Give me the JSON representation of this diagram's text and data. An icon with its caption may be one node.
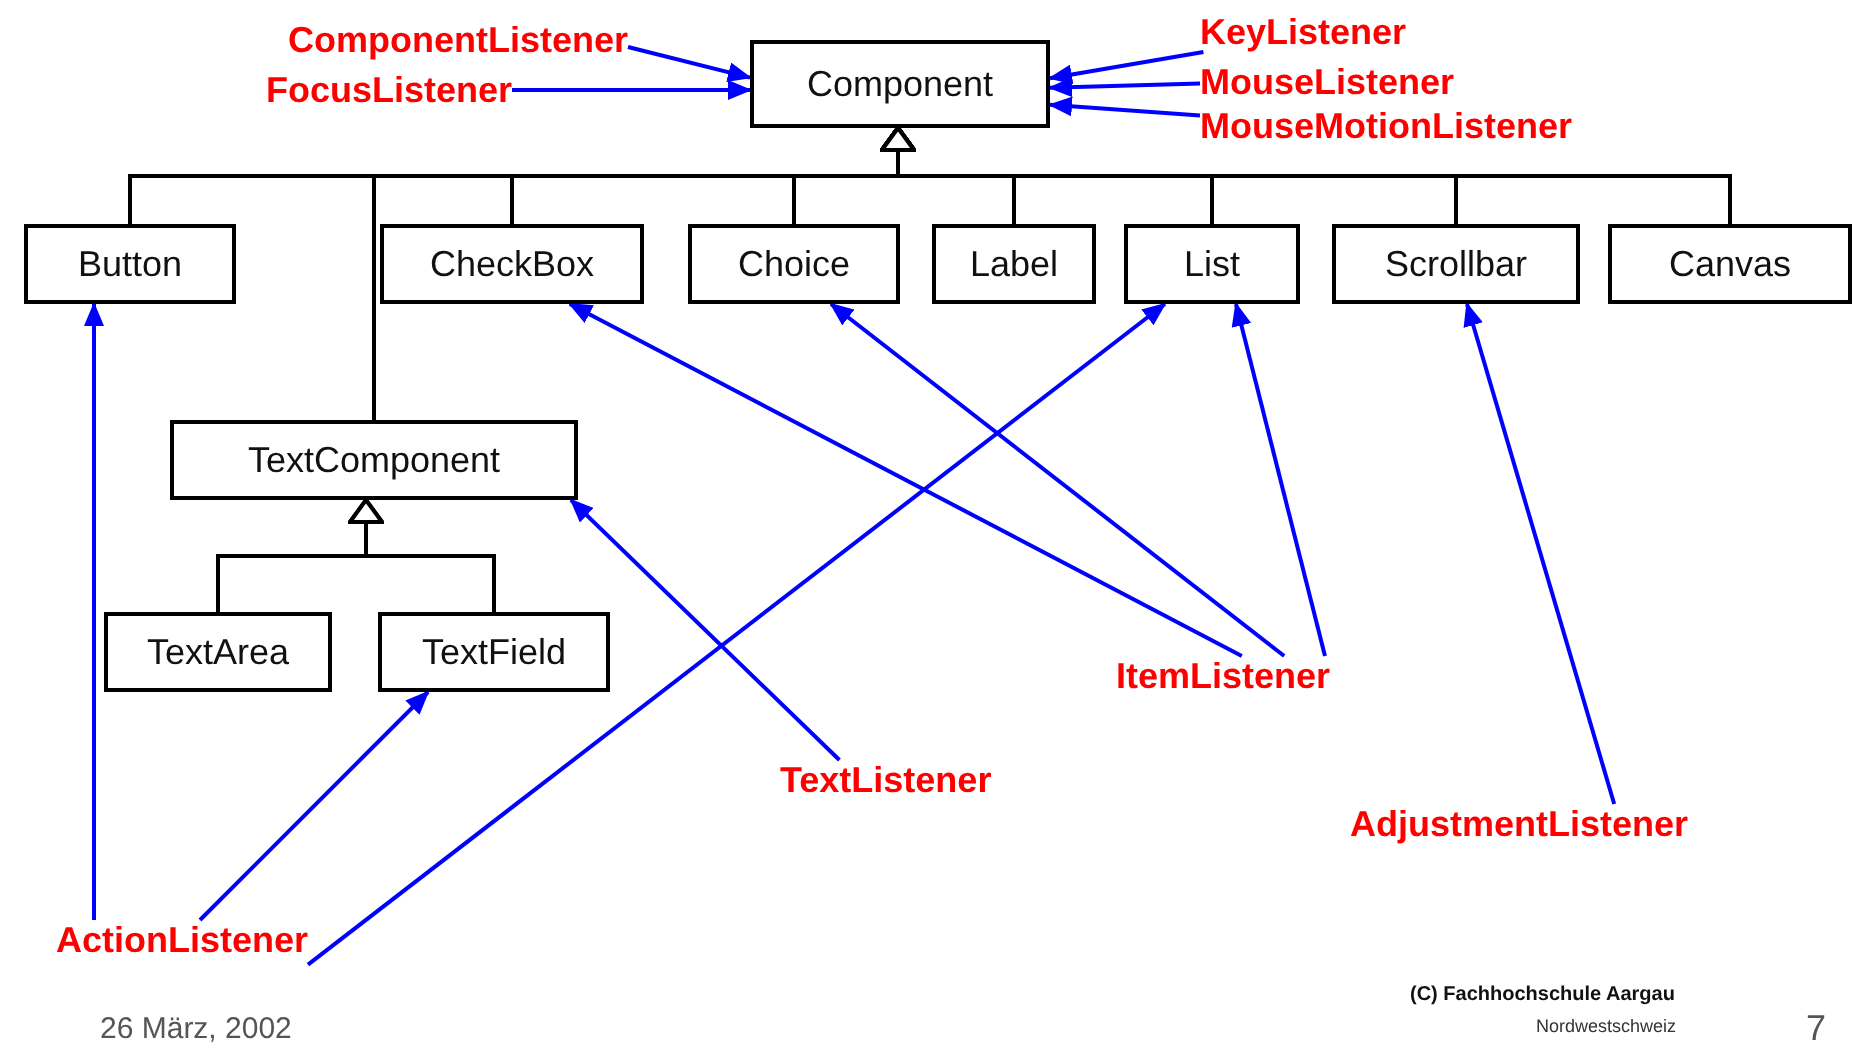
{
  "diagram": {
    "nodes": [
      {
        "text": [
          "Component"
        ]
      },
      {
        "text": [
          "Button"
        ]
      },
      {
        "text": [
          "CheckBox"
        ]
      },
      {
        "text": [
          "Choice"
        ]
      },
      {
        "text": [
          "Label"
        ]
      },
      {
        "text": [
          "List"
        ]
      },
      {
        "text": [
          "Scrollbar"
        ]
      },
      {
        "text": [
          "Canvas"
        ]
      },
      {
        "text": [
          "TextComponent"
        ]
      },
      {
        "text": [
          "TextArea"
        ]
      },
      {
        "text": [
          "TextField"
        ]
      },
      {
        "text": [
          "ComponentListener"
        ]
      },
      {
        "text": [
          "FocusListener"
        ]
      },
      {
        "text": [
          "KeyListener"
        ]
      },
      {
        "text": [
          "MouseListener"
        ]
      },
      {
        "text": [
          "MouseMotionListener"
        ]
      },
      {
        "text": [
          "TextListener"
        ]
      },
      {
        "text": [
          "ItemListener"
        ]
      },
      {
        "text": [
          "AdjustmentListener"
        ]
      },
      {
        "text": [
          "ActionListener"
        ]
      }
    ],
    "edges": [
      {
        "from": 1,
        "to": 0,
        "arrow": "to",
        "color": "#000000"
      },
      {
        "from": 8,
        "to": 0,
        "arrow": "to",
        "color": "#000000"
      },
      {
        "from": 2,
        "to": 0,
        "arrow": "to",
        "color": "#000000"
      },
      {
        "from": 3,
        "to": 0,
        "arrow": "to",
        "color": "#000000"
      },
      {
        "from": 4,
        "to": 0,
        "arrow": "to",
        "color": "#000000"
      },
      {
        "from": 5,
        "to": 0,
        "arrow": "to",
        "color": "#000000"
      },
      {
        "from": 6,
        "to": 0,
        "arrow": "to",
        "color": "#000000"
      },
      {
        "from": 7,
        "to": 0,
        "arrow": "to",
        "color": "#000000"
      },
      {
        "from": 9,
        "to": 8,
        "arrow": "to",
        "color": "#000000"
      },
      {
        "from": 10,
        "to": 8,
        "arrow": "to",
        "color": "#000000"
      },
      {
        "from": 11,
        "to": 0,
        "arrow": "to"
      },
      {
        "from": 12,
        "to": 0,
        "arrow": "to"
      },
      {
        "from": 13,
        "to": 0,
        "arrow": "to"
      },
      {
        "from": 14,
        "to": 0,
        "arrow": "to"
      },
      {
        "from": 15,
        "to": 0,
        "arrow": "to"
      },
      {
        "from": 19,
        "to": 1,
        "arrow": "to"
      },
      {
        "from": 19,
        "to": 10,
        "arrow": "to"
      },
      {
        "from": 19,
        "to": 5,
        "arrow": "to"
      },
      {
        "from": 17,
        "to": 2,
        "arrow": "to"
      },
      {
        "from": 17,
        "to": 3,
        "arrow": "to"
      },
      {
        "from": 17,
        "to": 5,
        "arrow": "to"
      },
      {
        "from": 16,
        "to": 8,
        "arrow": "to"
      },
      {
        "from": 18,
        "to": 6,
        "arrow": "to"
      }
    ],
    "labels": [
      "26 März, 2002",
      "(C) Fachhochschule Aargau",
      "Nordwestschweiz",
      "7"
    ]
  }
}
